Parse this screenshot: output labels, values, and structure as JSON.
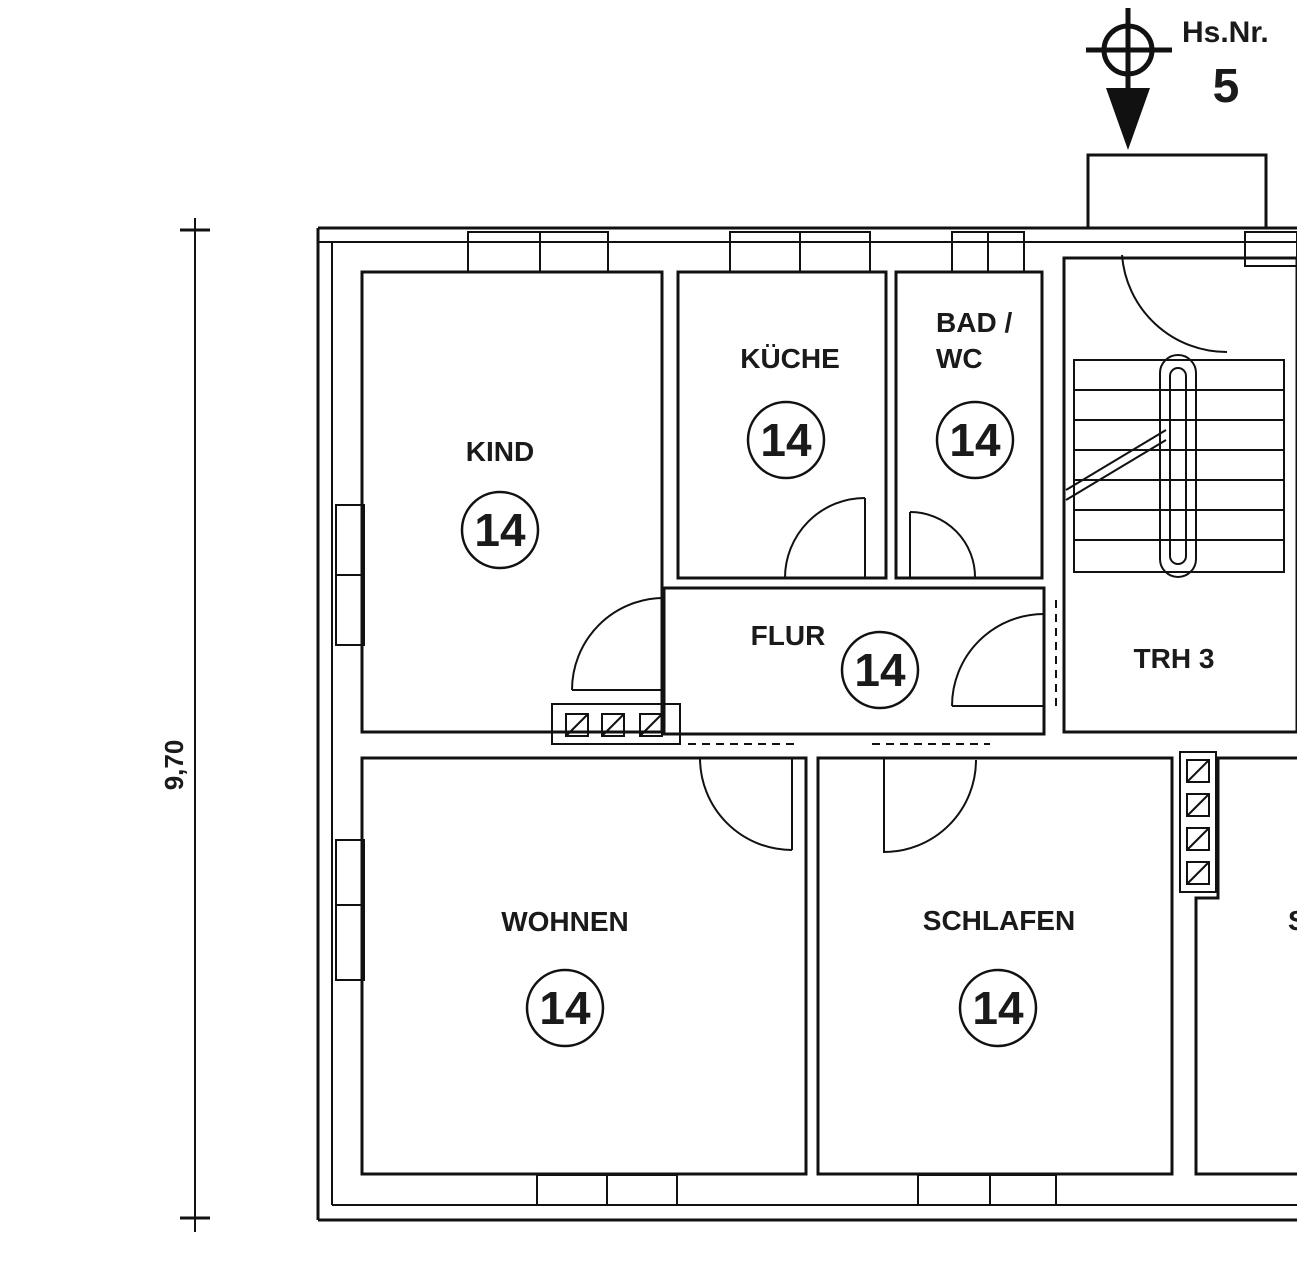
{
  "house_number": {
    "label": "Hs.Nr.",
    "value": "5"
  },
  "dimension": {
    "height_label": "9,70"
  },
  "rooms": [
    {
      "id": "kind",
      "name": "KIND",
      "badge": "14"
    },
    {
      "id": "kueche",
      "name": "KÜCHE",
      "badge": "14"
    },
    {
      "id": "bad",
      "name_line1": "BAD /",
      "name_line2": "WC",
      "badge": "14"
    },
    {
      "id": "flur",
      "name": "FLUR",
      "badge": "14"
    },
    {
      "id": "trh",
      "name": "TRH 3"
    },
    {
      "id": "wohnen",
      "name": "WOHNEN",
      "badge": "14"
    },
    {
      "id": "schlafen",
      "name": "SCHLAFEN",
      "badge": "14"
    },
    {
      "id": "cut",
      "name": "S"
    }
  ],
  "colors": {
    "ink": "#111111",
    "paper": "#ffffff"
  }
}
